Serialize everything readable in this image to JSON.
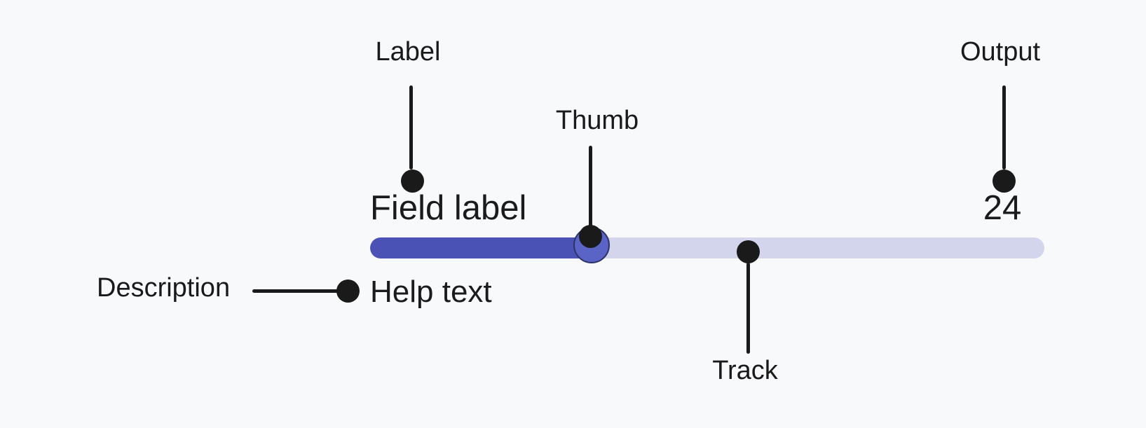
{
  "colors": {
    "bg": "#f8f9fb",
    "annotation": "#1a1a1a",
    "component_text": "#1b1b1d",
    "track": "#d2d5ec",
    "fill": "#4a52b5",
    "thumb": "#5a63c6",
    "thumb_border": "#2e3266"
  },
  "slider": {
    "field_label": "Field label",
    "help_text": "Help text",
    "output_value": "24"
  },
  "annotations": [
    {
      "id": "label",
      "text": "Label"
    },
    {
      "id": "thumb",
      "text": "Thumb"
    },
    {
      "id": "output",
      "text": "Output"
    },
    {
      "id": "description",
      "text": "Description"
    },
    {
      "id": "track",
      "text": "Track"
    }
  ]
}
